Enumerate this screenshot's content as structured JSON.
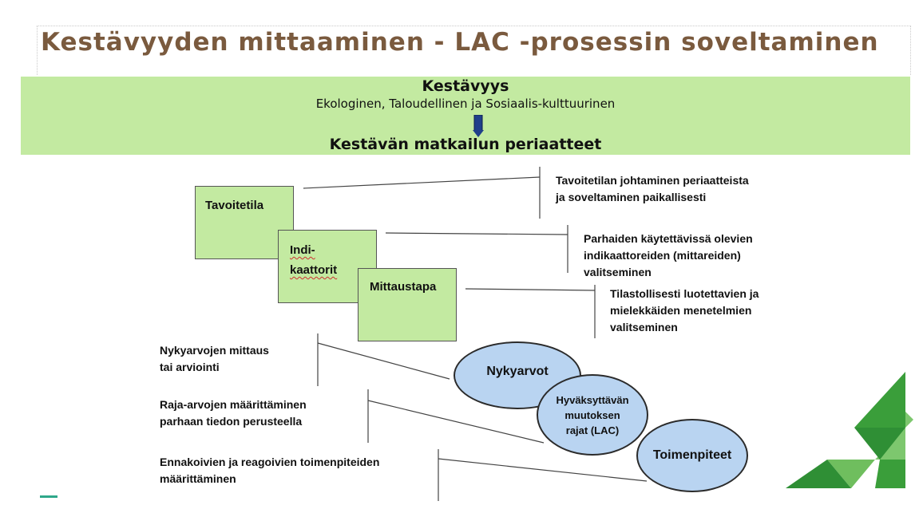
{
  "title": "Kestävyyden mittaaminen - LAC -prosessin soveltaminen",
  "header": {
    "main": "Kestävyys",
    "sub": "Ekologinen, Taloudellinen ja Sosiaalis-kulttuurinen",
    "principles": "Kestävän matkailun periaatteet"
  },
  "boxes": {
    "tavoitetila": "Tavoitetila",
    "indikaattorit_1": "Indi-",
    "indikaattorit_2": "kaattorit",
    "mittaustapa": "Mittaustapa"
  },
  "notes_right": {
    "tavoitetila": "Tavoitetilan johtaminen periaatteista\nja soveltaminen paikallisesti",
    "indikaattorit": "Parhaiden käytettävissä olevien\nindikaattoreiden (mittareiden)\nvalitseminen",
    "mittaustapa": "Tilastollisesti luotettavien ja\nmielekkäiden menetelmien\nvalitseminen"
  },
  "ellipses": {
    "nykyarvot": "Nykyarvot",
    "lac": "Hyväksyttävän\nmuutoksen\nrajat (LAC)",
    "toimenpiteet": "Toimenpiteet"
  },
  "notes_left": {
    "nykyarvot": "Nykyarvojen mittaus\ntai arviointi",
    "raja_arvot": "Raja-arvojen määrittäminen\nparhaan tiedon perusteella",
    "toimenpiteet": "Ennakoivien ja reagoivien toimenpiteiden\nmäärittäminen"
  },
  "colors": {
    "title": "#7a5a3e",
    "band": "#c3eaa1",
    "box": "#c3eaa1",
    "ellipse": "#b9d4f1",
    "arrow": "#1f3f8a",
    "corner_dark": "#3a9e3a",
    "corner_light": "#7dc76e"
  }
}
